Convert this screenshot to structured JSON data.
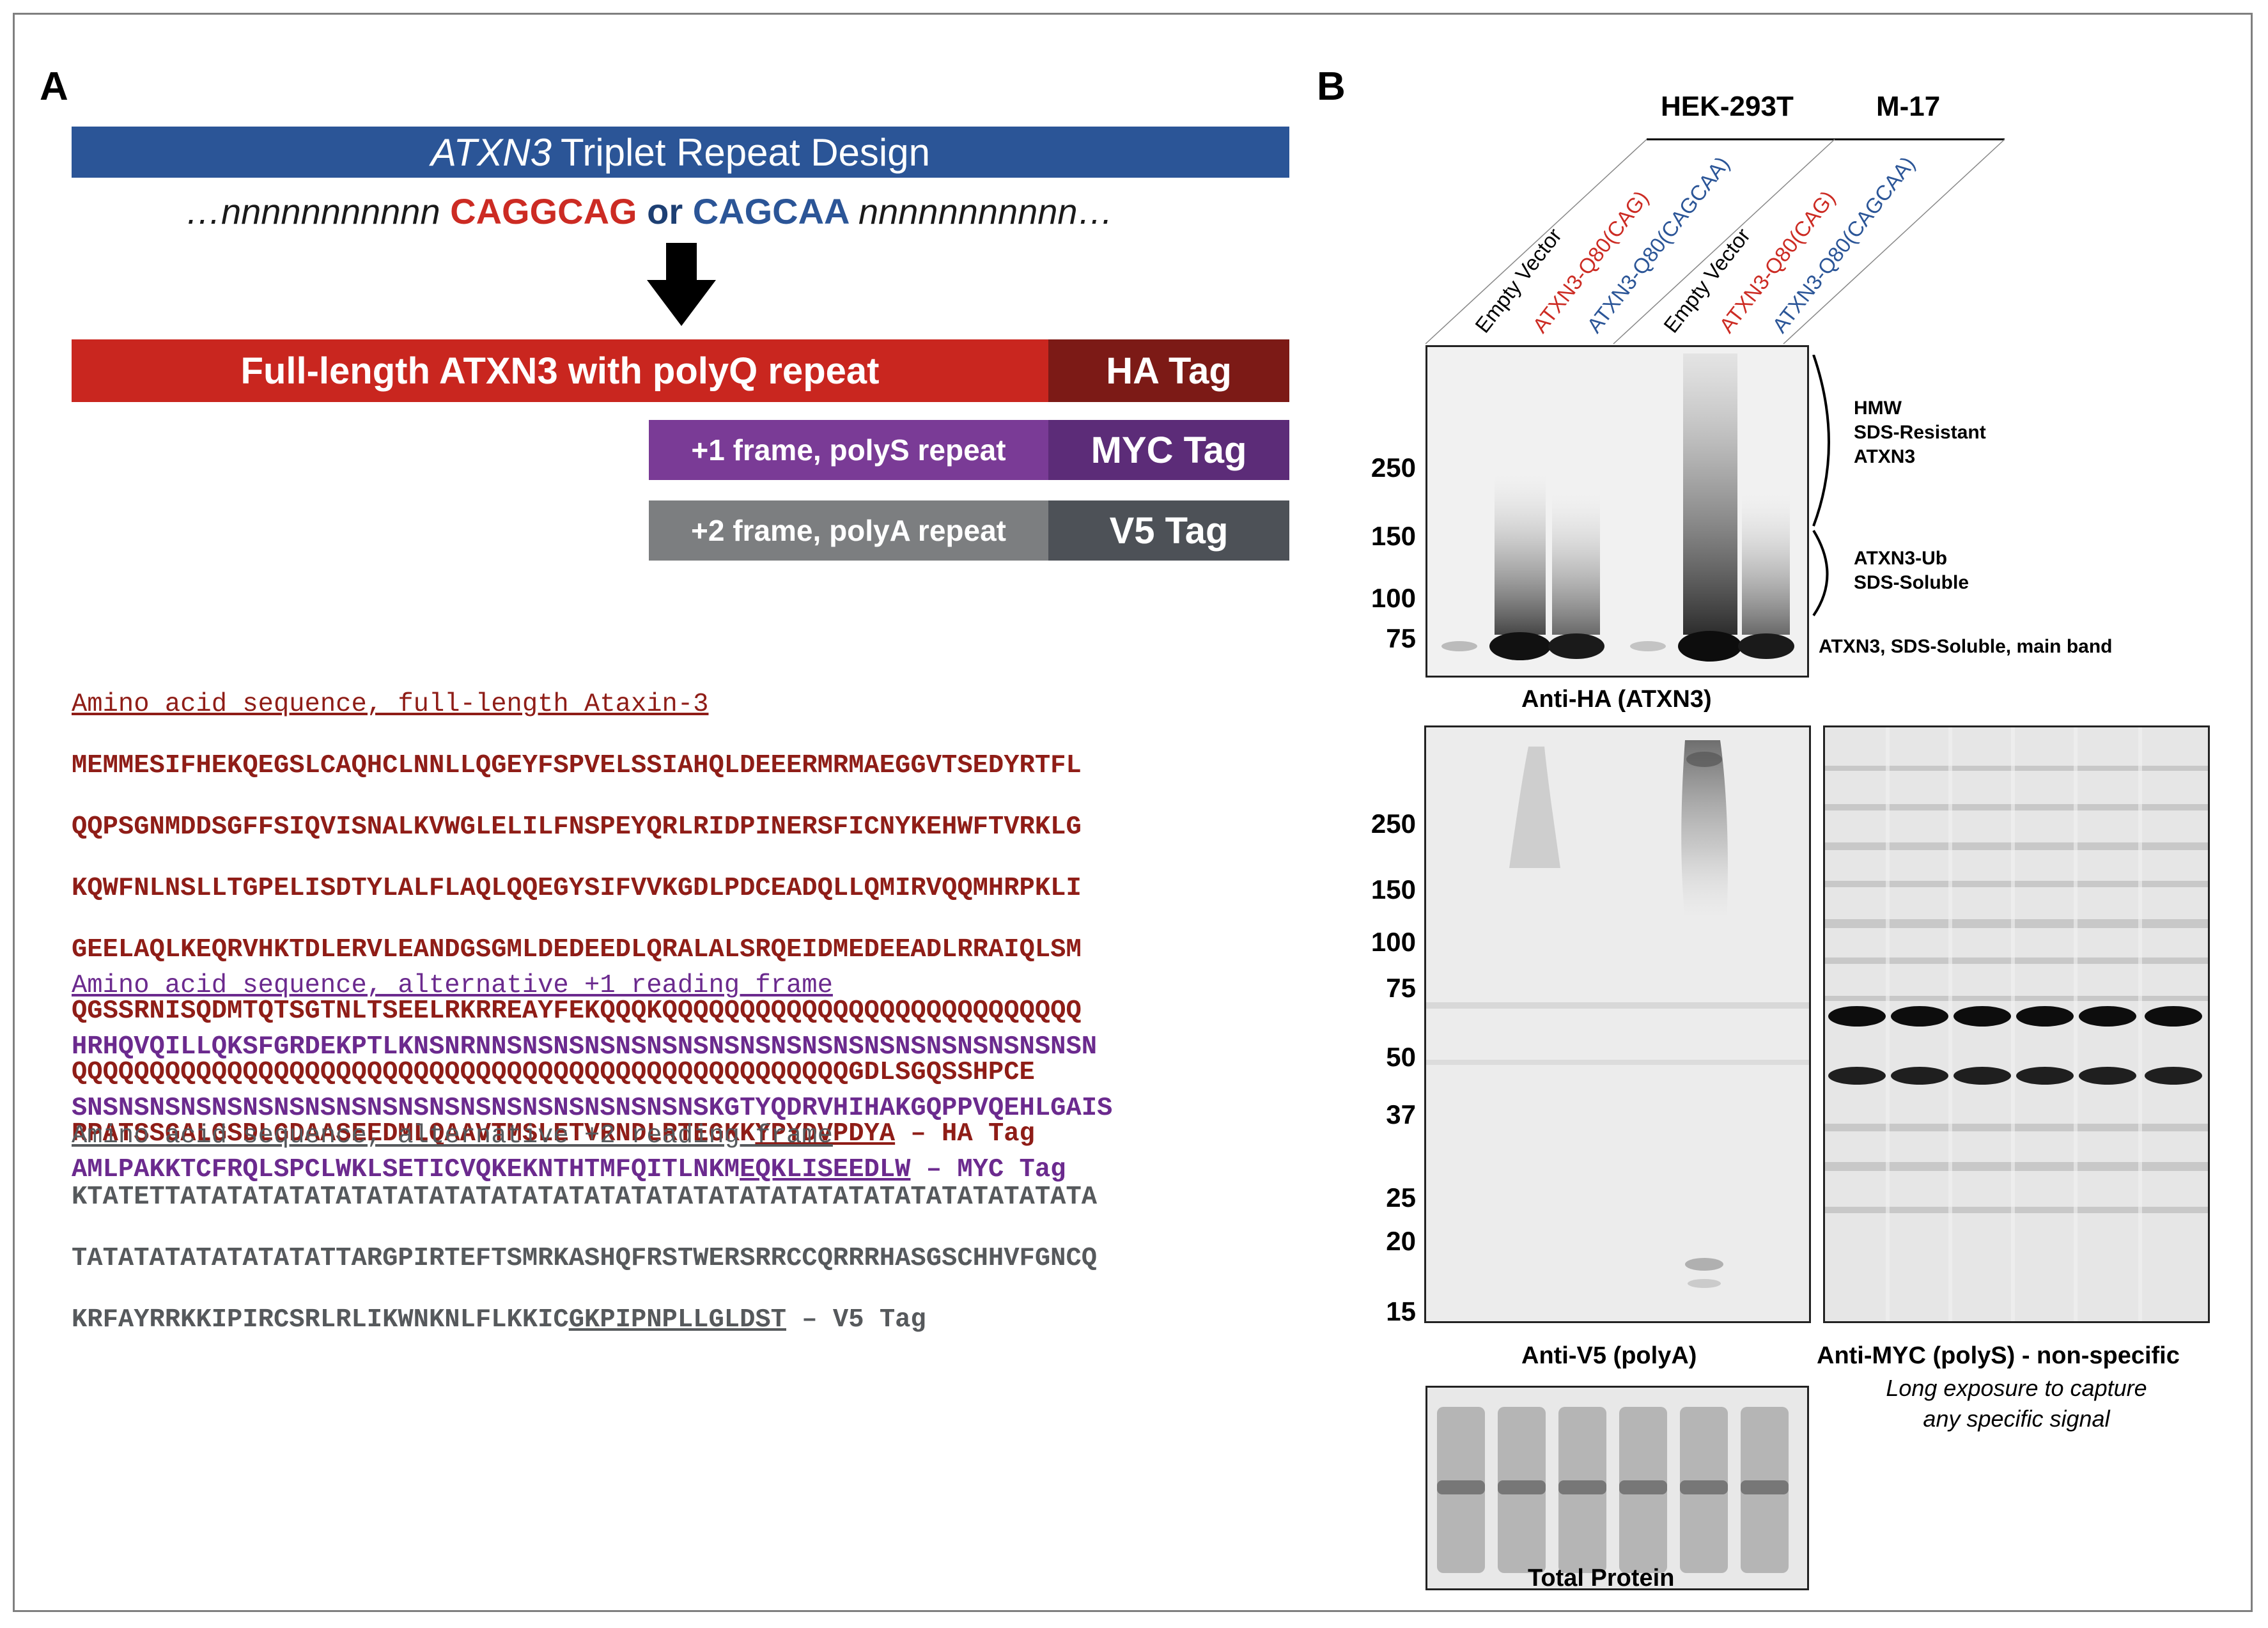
{
  "panel_a": {
    "letter": "A",
    "design_title_italic": "ATXN3",
    "design_title_rest": "Triplet Repeat Design",
    "repeat_line": {
      "prefix": "…nnnnnnnnnnn",
      "cag": "CAGGCAG",
      "or": "or",
      "caa": "CAGCAA",
      "suffix": "nnnnnnnnnnn…"
    },
    "constructs": {
      "main_label": "Full-length ATXN3 with polyQ repeat",
      "main_tag": "HA Tag",
      "plus1_label": "+1 frame, polyS repeat",
      "plus1_tag": "MYC Tag",
      "plus2_label": "+2 frame, polyA repeat",
      "plus2_tag": "V5 Tag"
    },
    "seq_full": {
      "title": "Amino acid sequence, full-length Ataxin-3",
      "lines": [
        "MEMMESIFHEKQEGSLCAQHCLNNLLQGEYFSPVELSSIAHQLDEEERMRMAEGGVTSEDYRTFL",
        "QQPSGNMDDSGFFSIQVISNALKVWGLELILFNSPEYQRLRIDPINERSFICNYKEHWFTVRKLG",
        "KQWFNLNSLLTGPELISDTYLALFLAQLQQEGYSIFVVKGDLPDCEADQLLQMIRVQQMHRPKLI",
        "GEELAQLKEQRVHKTDLERVLEANDGSGMLDEDEEDLQRALALSRQEIDMEDEEADLRRAIQLSM",
        "QGSSRNISQDMTQTSGTNLTSEELRKRREAYFEKQQQKQQQQQQQQQQQQQQQQQQQQQQQQQQQ",
        "QQQQQQQQQQQQQQQQQQQQQQQQQQQQQQQQQQQQQQQQQQQQQQQQQQGDLSGQSSHPCE"
      ],
      "last_line": "RPATSSGALGSDLGDAASEEDMLQAAVTMSLETVRNDLRTEGKK",
      "tag_seq": "YPYDVPDYA",
      "tag_label": " – HA Tag"
    },
    "seq_plus1": {
      "title": "Amino acid sequence, alternative +1 reading frame",
      "lines": [
        "HRHQVQILLQKSFGRDEKPTLKNSNRNNSNSNSNSNSNSNSNSNSNSNSNSNSNSNSNSNSNSNSN",
        "SNSNSNSNSNSNSNSNSNSNSNSNSNSNSNSNSNSNSNSNSKGTYQDRVHIHAKGQPPVQEHLGAIS"
      ],
      "last_line": "AMLPAKKTCFRQLSPCLWKLSETICVQKEKNTHTMFQITLNKM",
      "tag_seq": "EQKLISEEDLW",
      "tag_label": " – MYC Tag"
    },
    "seq_plus2": {
      "title": "Amino acid sequence, alternative +2 reading frame",
      "lines": [
        "KTATETTATATATATATATATATATATATATATATATATATATATATATATATATATATATATATA",
        "TATATATATATATATATTARGPIRTEFTSMRKASHQFRSTWERSRRCCQRRRHASGSCHHVFGNCQ"
      ],
      "last_line": "KRFAYRRKKIPIRCSRLRLIKWNKNLFLKKIC",
      "tag_seq": "GKPIPNPLLGLDST",
      "tag_label": " – V5 Tag"
    }
  },
  "panel_b": {
    "letter": "B",
    "cell_lines": [
      "HEK-293T",
      "M-17"
    ],
    "lanes": [
      {
        "label": "Empty Vector",
        "color": "#000000"
      },
      {
        "label": "ATXN3-Q80(CAG)",
        "color": "#cc2b23"
      },
      {
        "label": "ATXN3-Q80(CAGCAA)",
        "color": "#2b5597"
      },
      {
        "label": "Empty Vector",
        "color": "#000000"
      },
      {
        "label": "ATXN3-Q80(CAG)",
        "color": "#cc2b23"
      },
      {
        "label": "ATXN3-Q80(CAGCAA)",
        "color": "#2b5597"
      }
    ],
    "ha_ladder": [
      "250",
      "150",
      "100",
      "75"
    ],
    "ha_annotations": {
      "hmw": [
        "HMW",
        "SDS-Resistant",
        "ATXN3"
      ],
      "ub": [
        "ATXN3-Ub",
        "SDS-Soluble"
      ],
      "main": "ATXN3, SDS-Soluble, main band"
    },
    "ha_label": "Anti-HA (ATXN3)",
    "v5_ladder": [
      "250",
      "150",
      "100",
      "75",
      "50",
      "37",
      "25",
      "20",
      "15"
    ],
    "v5_label": "Anti-V5 (polyA)",
    "myc_label": "Anti-MYC (polyS) - non-specific",
    "myc_note_1": "Long exposure to capture",
    "myc_note_2": "any specific signal",
    "total_label": "Total Protein"
  }
}
